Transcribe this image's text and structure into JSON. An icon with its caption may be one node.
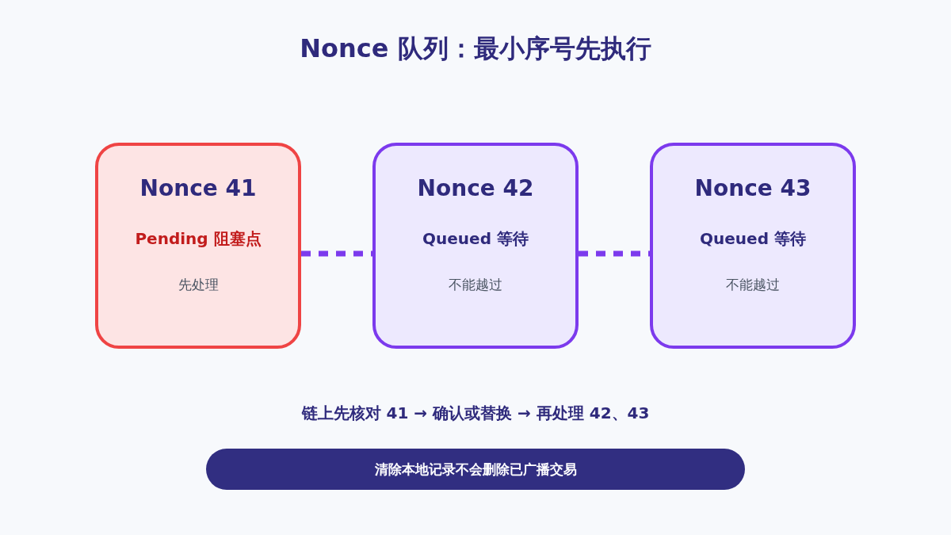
{
  "diagram": {
    "title": "Nonce 队列：最小序号先执行",
    "nodes": [
      {
        "text": [
          "Nonce 41",
          "Pending 阻塞点",
          "先处理"
        ]
      },
      {
        "text": [
          "Nonce 42",
          "Queued 等待",
          "不能越过"
        ]
      },
      {
        "text": [
          "Nonce 43",
          "Queued 等待",
          "不能越过"
        ]
      },
      {
        "text": [
          "清除本地记录不会删除已广播交易"
        ]
      }
    ],
    "edges": [
      {
        "from": 0,
        "to": 1,
        "arrow": "none",
        "style": "dashed"
      },
      {
        "from": 1,
        "to": 2,
        "arrow": "none",
        "style": "dashed"
      }
    ],
    "labels": [
      "链上先核对 41 → 确认或替换 → 再处理 42、43"
    ]
  }
}
